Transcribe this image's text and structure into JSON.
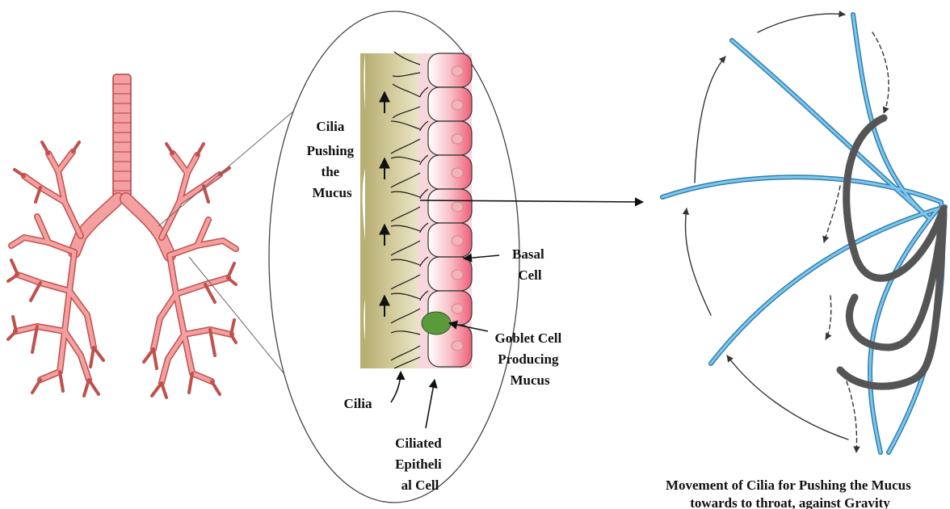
{
  "labels": {
    "cilia_pushing": [
      "Cilia",
      "Pushing",
      "the",
      "Mucus"
    ],
    "basal_cell": [
      "Basal",
      "Cell"
    ],
    "goblet_cell": [
      "Goblet Cell",
      "Producing",
      "Mucus"
    ],
    "cilia": "Cilia",
    "ciliated_cell": [
      "Ciliated",
      "Epitheli",
      "al Cell"
    ]
  },
  "caption": [
    "Movement of Cilia for Pushing the Mucus",
    "towards to throat, against Gravity"
  ],
  "colors": {
    "lung": "#f4a0a0",
    "lung_outline": "#c0504d",
    "mucus": "#c9c08a",
    "cell_pink": "#f26f86",
    "goblet_green": "#5a9a3c",
    "cilia_blue": "#4aa6d6",
    "cilia_dark": "#555555"
  }
}
